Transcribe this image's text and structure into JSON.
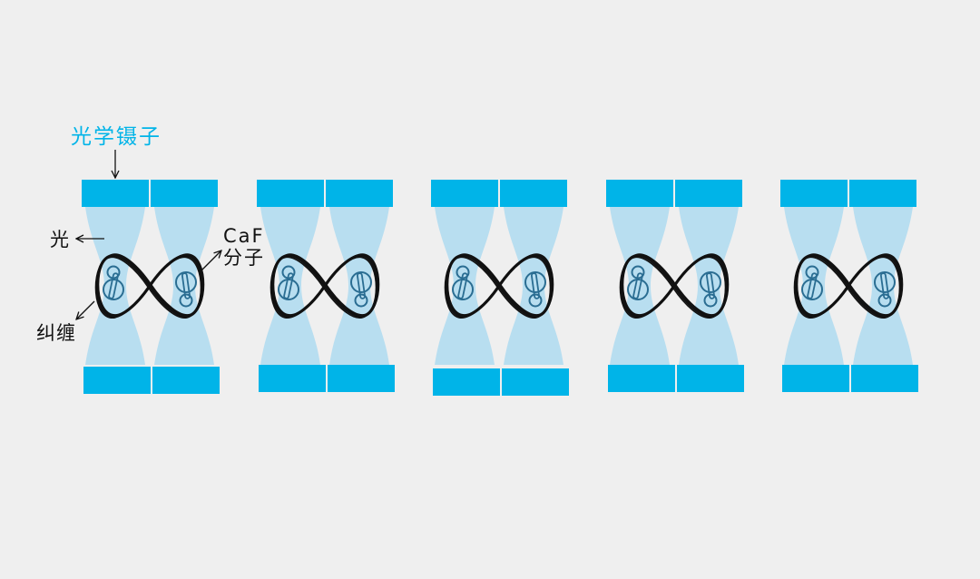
{
  "labels": {
    "tweezers": "光学镊子",
    "light": "光",
    "molecule_line1": "CaF",
    "molecule_line2": "分子",
    "entanglement": "纠缠"
  },
  "colors": {
    "background": "#efefef",
    "tweezer": "#00b4e8",
    "beam": "#b8def0",
    "molecule": "#2a6d92",
    "loop": "#111111",
    "text": "#111111",
    "title_text": "#00b4e8"
  },
  "pair_count": 5
}
